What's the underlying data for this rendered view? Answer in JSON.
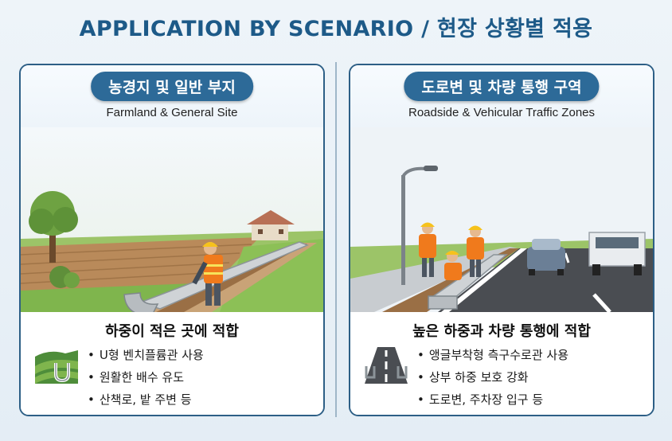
{
  "title": "APPLICATION BY SCENARIO / 현장 상황별 적용",
  "cards": [
    {
      "title": "농경지 및 일반 부지",
      "subtitle": "Farmland & General Site",
      "heading": "하중이 적은 곳에 적합",
      "icon": "farmland-icon",
      "bullets": [
        "U형 벤치플륨관 사용",
        "원활한 배수 유도",
        "산책로, 밭 주변 등"
      ]
    },
    {
      "title": "도로변 및 차량 통행 구역",
      "subtitle": "Roadside & Vehicular Traffic Zones",
      "heading": "높은 하중과 차량 통행에 적합",
      "icon": "road-icon",
      "bullets": [
        "앵글부착형 측구수로관 사용",
        "상부 하중 보호 강화",
        "도로변, 주차장 입구 등"
      ]
    }
  ],
  "colors": {
    "title": "#1d5a88",
    "card_border": "#2d5f86",
    "pill": "#2d6a98",
    "road": "#4a4d52",
    "vest": "#f07a1c"
  }
}
